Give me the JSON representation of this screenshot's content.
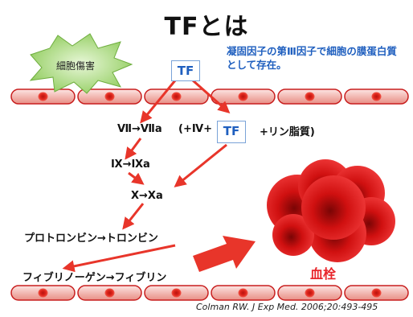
{
  "title": "TFとは",
  "description": "凝固因子の第Ⅲ因子で細胞の膜蛋白質として存在。",
  "injury_label": "細胞傷害",
  "tf_label_top": "TF",
  "tf_label_mid": "TF",
  "cascade": {
    "step7": "Ⅶ→Ⅶa",
    "cofactor_open": "(+Ⅳ+",
    "cofactor_close": "+リン脂質)",
    "step9": "Ⅸ→Ⅸa",
    "step10": "Ⅹ→Ⅹa",
    "prothrombin": "プロトロンビン→トロンビン",
    "fibrinogen": "フィブリノーゲン→フィブリン"
  },
  "clot_label": "血栓",
  "citation": "Colman RW. J Exp Med. 2006;20:493-495",
  "colors": {
    "arrow": "#e8352a",
    "cell_fill": "#f3c8c4",
    "cell_stroke": "#c81e1e",
    "nucleus": "#d9241c",
    "clot": "#d81414",
    "tf_text": "#1f5fbf",
    "starburst": "#9bd36c"
  }
}
